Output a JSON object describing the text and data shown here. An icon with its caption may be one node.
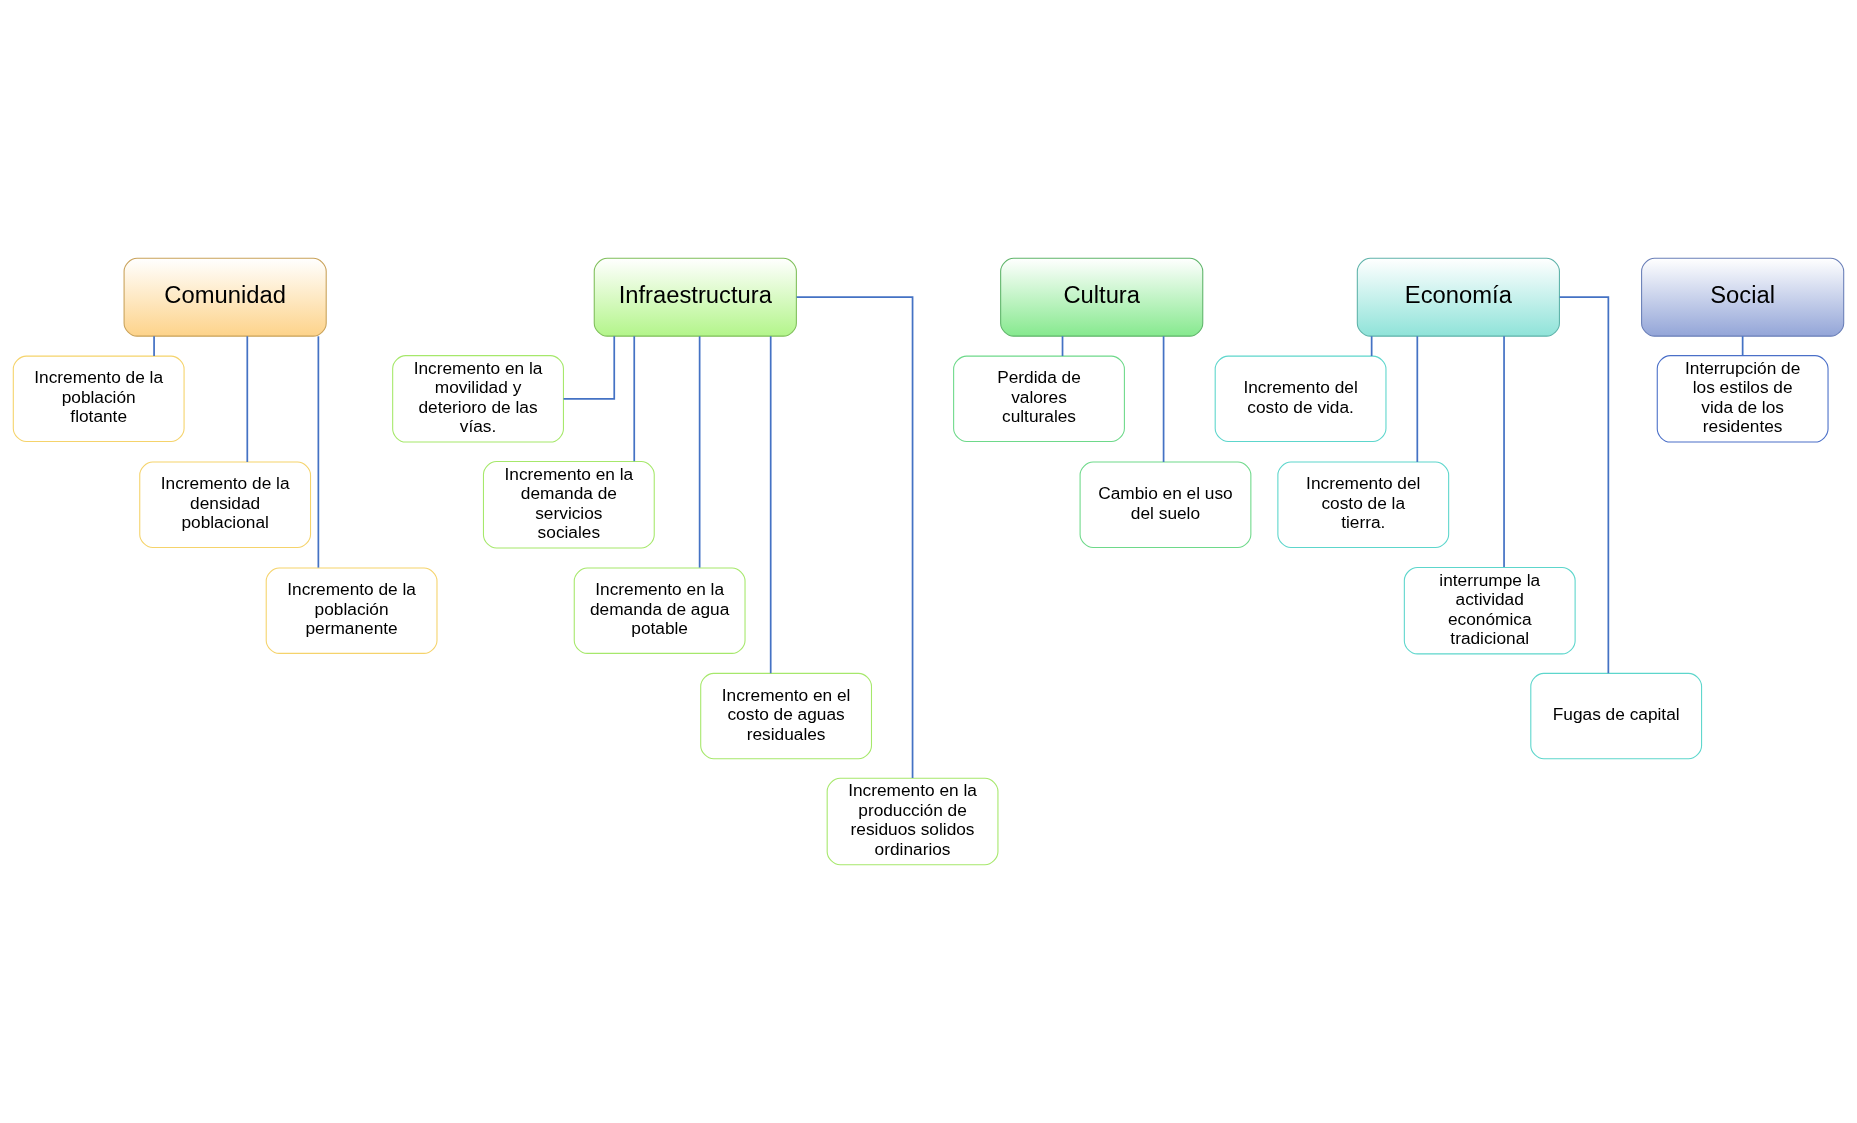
{
  "diagram": {
    "nodes": [
      {
        "text": [
          "Comunidad"
        ]
      },
      {
        "text": [
          "Incremento de la población flotante"
        ]
      },
      {
        "text": [
          "Incremento de la densidad poblacional"
        ]
      },
      {
        "text": [
          "Incremento de la población permanente"
        ]
      },
      {
        "text": [
          "Infraestructura"
        ]
      },
      {
        "text": [
          "Incremento en la movilidad y deterioro de las vías."
        ]
      },
      {
        "text": [
          "Incremento en la demanda de servicios sociales"
        ]
      },
      {
        "text": [
          "Incremento en la demanda de agua potable"
        ]
      },
      {
        "text": [
          "Incremento en el costo de aguas residuales"
        ]
      },
      {
        "text": [
          "Incremento en la producción de residuos solidos ordinarios"
        ]
      },
      {
        "text": [
          "Cultura"
        ]
      },
      {
        "text": [
          "Perdida de valores culturales"
        ]
      },
      {
        "text": [
          "Cambio en el uso del suelo"
        ]
      },
      {
        "text": [
          "Economía"
        ]
      },
      {
        "text": [
          "Incremento del costo de vida."
        ]
      },
      {
        "text": [
          "Incremento del costo de la tierra."
        ]
      },
      {
        "text": [
          "interrumpe la actividad económica tradicional"
        ]
      },
      {
        "text": [
          "Fugas de capital"
        ]
      },
      {
        "text": [
          "Social"
        ]
      },
      {
        "text": [
          "Interrupción de los estilos de vida de los residentes"
        ]
      }
    ],
    "edges": [
      {
        "from": 0,
        "to": 1,
        "arrow": "none"
      },
      {
        "from": 0,
        "to": 2,
        "arrow": "none"
      },
      {
        "from": 0,
        "to": 3,
        "arrow": "none"
      },
      {
        "from": 4,
        "to": 5,
        "arrow": "none"
      },
      {
        "from": 4,
        "to": 6,
        "arrow": "none"
      },
      {
        "from": 4,
        "to": 7,
        "arrow": "none"
      },
      {
        "from": 4,
        "to": 8,
        "arrow": "none"
      },
      {
        "from": 4,
        "to": 9,
        "arrow": "none"
      },
      {
        "from": 10,
        "to": 11,
        "arrow": "none"
      },
      {
        "from": 10,
        "to": 12,
        "arrow": "none"
      },
      {
        "from": 13,
        "to": 14,
        "arrow": "none"
      },
      {
        "from": 13,
        "to": 15,
        "arrow": "none"
      },
      {
        "from": 13,
        "to": 16,
        "arrow": "none"
      },
      {
        "from": 13,
        "to": 17,
        "arrow": "none"
      },
      {
        "from": 18,
        "to": 19,
        "arrow": "none"
      }
    ]
  }
}
